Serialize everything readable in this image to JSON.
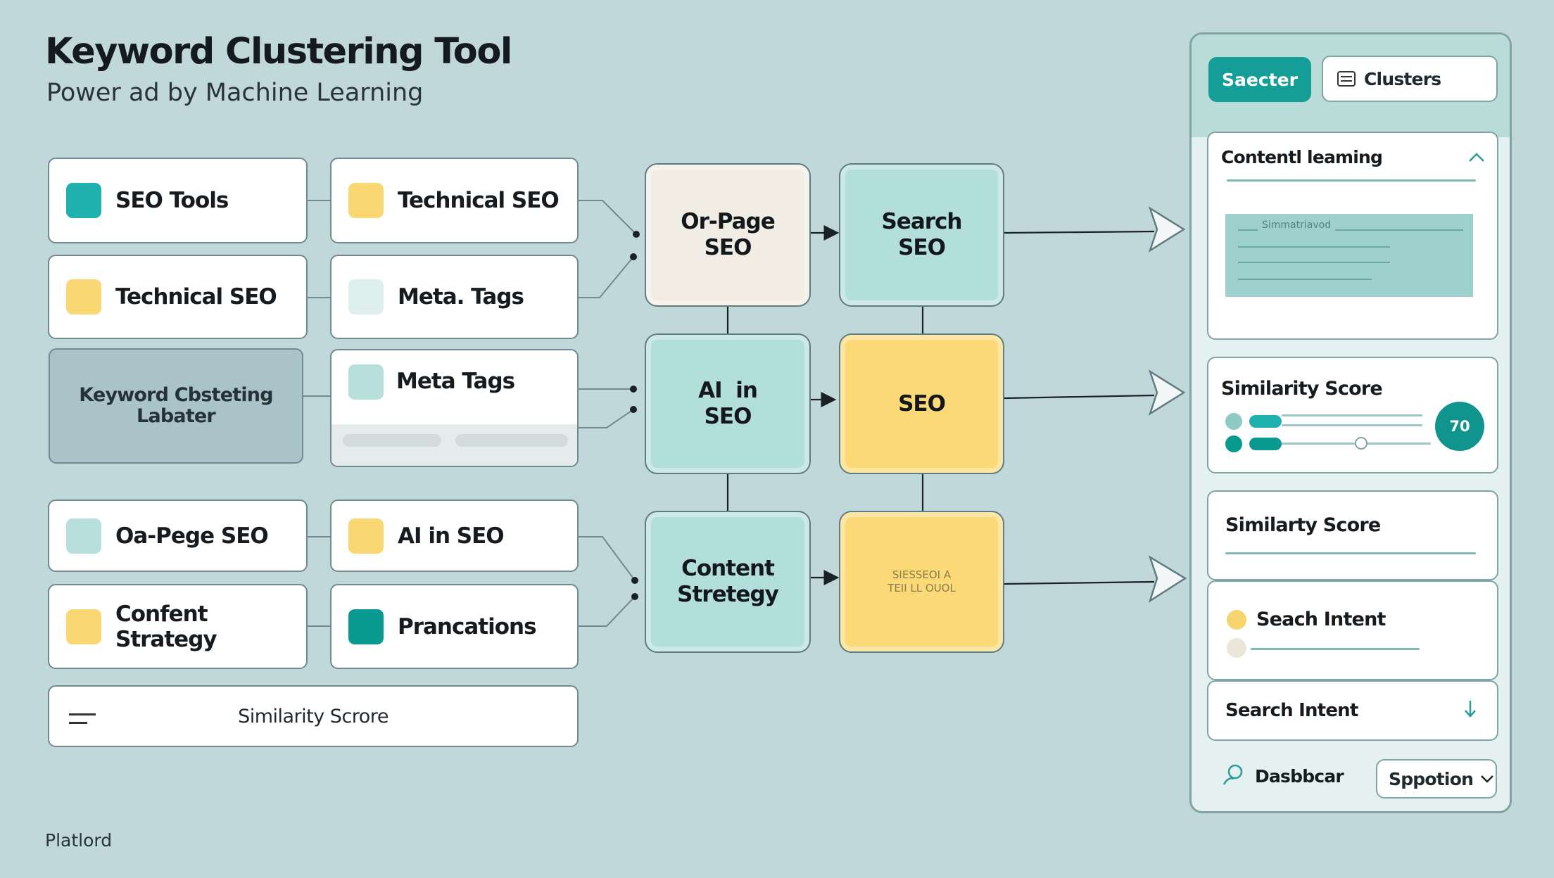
{
  "header": {
    "title": "Keyword Clustering Tool",
    "subtitle": "Power ad by Machine Learning"
  },
  "footer": {
    "label": "Platlord"
  },
  "left_cards": {
    "r1c1": "SEO Tools",
    "r1c2": "Technical SEO",
    "r2c1": "Technical SEO",
    "r2c2": "Meta. Tags",
    "r3c1": "Keyword Cbsteting Labater",
    "r3c2": "Meta Tags",
    "r4c1": "Oa-Pege SEO",
    "r4c2": "AI in SEO",
    "r5c1": "Confent Strategy",
    "r5c2": "Prancations",
    "wide": "Similarity Scrore"
  },
  "nodes": {
    "onpage": "Or-Page SEO",
    "search": "Search SEO",
    "ai": "AI  in SEO",
    "seo": "SEO",
    "content": "Content Stretegy",
    "tiny": "SIESSEOI A TEII LL OUOL"
  },
  "panel": {
    "btn_primary": "Saecter",
    "btn_clusters": "Clusters",
    "content_title": "Contentl leaming",
    "content_inner": "Simmatriavod",
    "similarity1_title": "Similarity Score",
    "similarity_value": "70",
    "similarity2_title": "Similarty Score",
    "search_intent1": "Seach Intent",
    "search_intent2": "Search Intent",
    "dashboard": "Dasbbcar",
    "option": "Sppotion"
  },
  "colors": {
    "teal": "#1eb1ad",
    "dark_teal": "#0a9990",
    "yellow": "#f9d874",
    "mint": "#b7dfdc",
    "background": "#c1d8db"
  }
}
